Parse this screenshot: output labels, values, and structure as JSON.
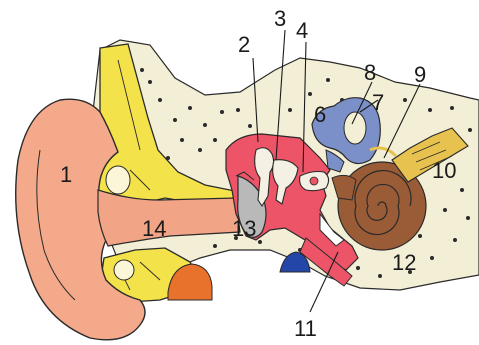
{
  "diagram": {
    "labels": {
      "l1": "1",
      "l2": "2",
      "l3": "3",
      "l4": "4",
      "l6": "6",
      "l7": "7",
      "l8": "8",
      "l9": "9",
      "l10": "10",
      "l11": "11",
      "l12": "12",
      "l13": "13",
      "l14": "14"
    },
    "colors": {
      "bone": "#f3efd6",
      "outer_ear": "#f3a98a",
      "canal": "#f2a487",
      "cartilage": "#f3e24a",
      "middle_ear_cavity": "#ee5468",
      "ossicles": "#f4f0e4",
      "semicircular_canals": "#7b90c8",
      "cochlea": "#9a5b37",
      "auditory_nerve": "#e7c24e",
      "eardrum": "#b9b9b9",
      "eustachian_tube": "#ee5468",
      "parotid": "#e8712b",
      "vessel": "#2446a8"
    }
  }
}
